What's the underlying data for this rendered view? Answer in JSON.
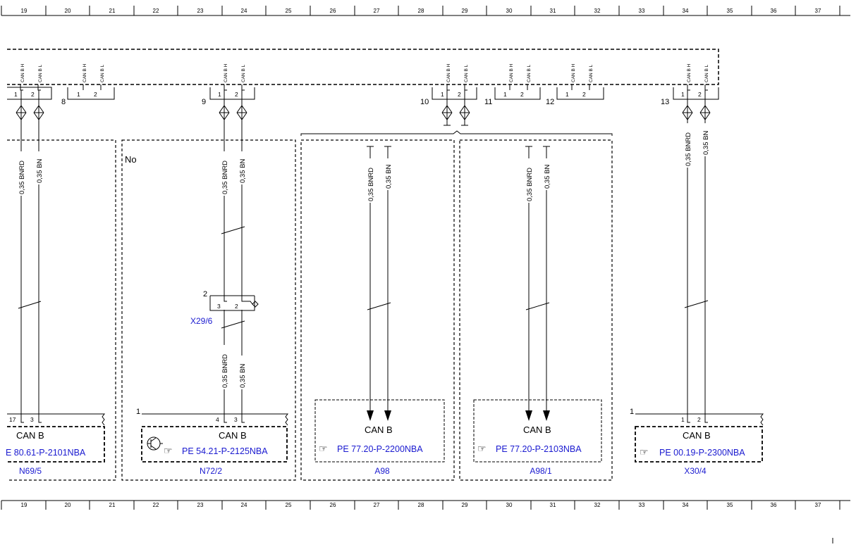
{
  "ruler": {
    "columns": [
      "19",
      "20",
      "21",
      "22",
      "23",
      "24",
      "25",
      "26",
      "27",
      "28",
      "29",
      "30",
      "31",
      "32",
      "33",
      "34",
      "35",
      "36",
      "37"
    ]
  },
  "bus": {
    "pin_h": "CAN B H",
    "pin_l": "CAN B L",
    "pin1": "1",
    "pin2": "2",
    "pin3": "3",
    "pin4": "4",
    "pin17": "17",
    "con8": "8",
    "con9": "9",
    "con10": "10",
    "con11": "11",
    "con12": "12",
    "con13": "13",
    "con2": "2"
  },
  "wires": {
    "bnrd": "0,35 BNRD",
    "bn": "0,35 BN"
  },
  "components": {
    "can_label": "CAN B",
    "variant_no": "No",
    "connector_x29": "X29/6",
    "n69": {
      "id": "N69/5",
      "ref": "E 80.61-P-2101NBA"
    },
    "n72": {
      "id": "N72/2",
      "ref": "PE 54.21-P-2125NBA"
    },
    "a98": {
      "id": "A98",
      "ref": "PE 77.20-P-2200NBA"
    },
    "a981": {
      "id": "A98/1",
      "ref": "PE 77.20-P-2103NBA"
    },
    "x30": {
      "id": "X30/4",
      "ref": "PE 00.19-P-2300NBA"
    }
  },
  "icons": {
    "reference": "pointing-hand-icon",
    "gateway": "transistor-icon"
  },
  "colors": {
    "link": "#1a1ad0",
    "line": "#000000"
  }
}
